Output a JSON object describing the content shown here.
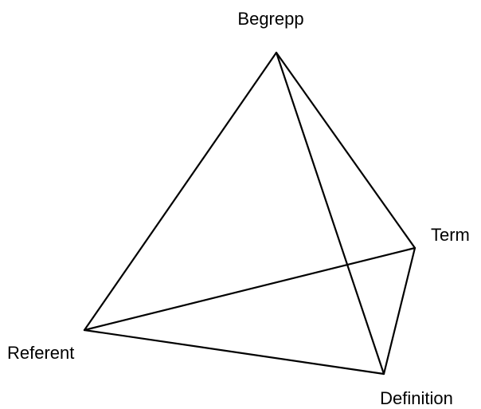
{
  "diagram": {
    "nodes": {
      "begrepp": {
        "label": "Begrepp"
      },
      "term": {
        "label": "Term"
      },
      "referent": {
        "label": "Referent"
      },
      "definition": {
        "label": "Definition"
      }
    },
    "edges": [
      {
        "from": "begrepp",
        "to": "referent"
      },
      {
        "from": "begrepp",
        "to": "definition"
      },
      {
        "from": "begrepp",
        "to": "term"
      },
      {
        "from": "referent",
        "to": "term"
      },
      {
        "from": "referent",
        "to": "definition"
      },
      {
        "from": "term",
        "to": "definition"
      }
    ],
    "line_color": "#000000"
  }
}
